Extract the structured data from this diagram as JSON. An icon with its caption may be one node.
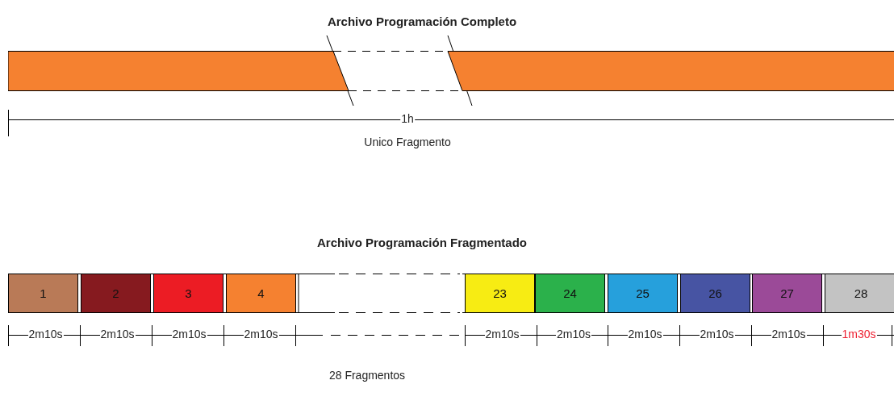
{
  "diagram": {
    "nodes": [
      {
        "text": [],
        "shape": "bar"
      },
      {
        "text": [
          "1"
        ]
      },
      {
        "text": [
          "2"
        ]
      },
      {
        "text": [
          "3"
        ]
      },
      {
        "text": [
          "4"
        ]
      },
      {
        "text": [
          "23"
        ]
      },
      {
        "text": [
          "24"
        ]
      },
      {
        "text": [
          "25"
        ]
      },
      {
        "text": [
          "26"
        ]
      },
      {
        "text": [
          "27"
        ]
      },
      {
        "text": [
          "28"
        ]
      }
    ],
    "labels": [
      "Archivo Programación Completo",
      "1h",
      "Unico Fragmento",
      "Archivo Programación Fragmentado",
      "2m10s",
      "2m10s",
      "2m10s",
      "2m10s",
      "2m10s",
      "2m10s",
      "2m10s",
      "2m10s",
      "2m10s",
      "1m30s",
      "28 Fragmentos"
    ]
  }
}
